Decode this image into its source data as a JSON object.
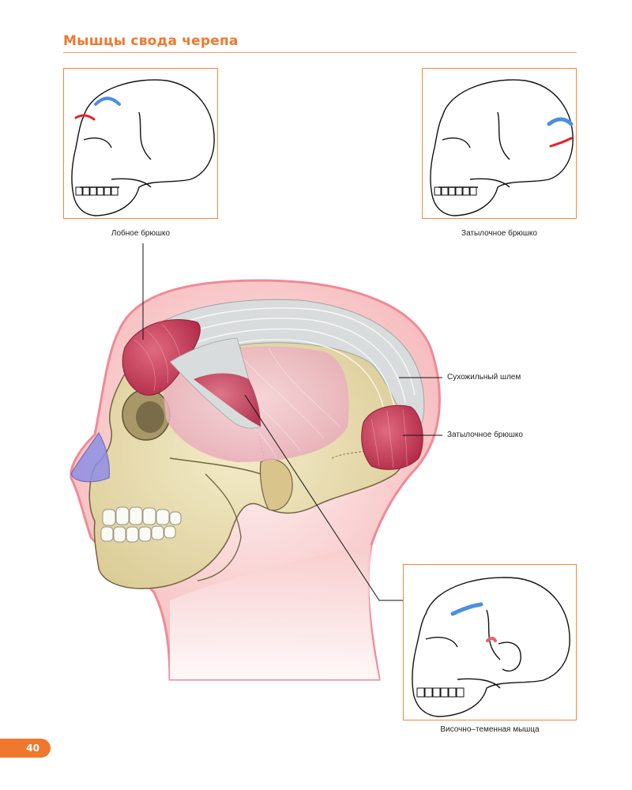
{
  "page": {
    "title": "Мышцы свода черепа",
    "page_number": "40"
  },
  "panels": [
    {
      "caption": "Лобное брюшко"
    },
    {
      "caption": "Затылочное брюшко"
    },
    {
      "caption": "Височно–теменная мышца"
    }
  ],
  "labels": {
    "aponeurosis": "Сухожильный шлем",
    "occipital": "Затылочное брюшко"
  },
  "colors": {
    "accent": "#f0782d",
    "muscle": "#c8344f",
    "highlight_blue": "#4a8fe0",
    "highlight_red": "#e8202a",
    "bone": "#e8dcb0",
    "skin": "#f7c9c9"
  }
}
